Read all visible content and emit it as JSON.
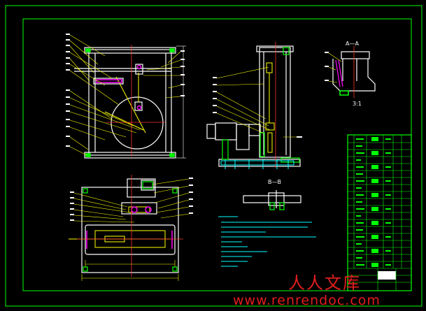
{
  "drawing": {
    "section_aa_label": "A—A",
    "section_bb_label": "B—B",
    "detail_scale": "3:1"
  },
  "watermark": {
    "text_cn": "人人文库",
    "url": "www.renrendoc.com"
  },
  "colors": {
    "background": "#000000",
    "border": "#00ff00",
    "outline": "#ffffff",
    "hidden": "#ffff00",
    "center": "#ff3030",
    "highlight": "#ff00ff",
    "dimension": "#00ffff",
    "watermark": "#e01e1e"
  }
}
